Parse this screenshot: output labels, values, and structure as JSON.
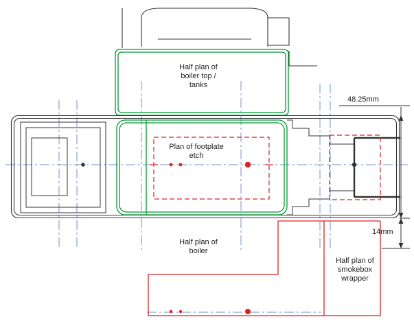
{
  "drawing": {
    "labels": {
      "boiler_top_tanks": [
        "Half plan of",
        "boiler top /",
        "tanks"
      ],
      "footplate_etch": [
        "Plan of footplate",
        "etch"
      ],
      "boiler_half": [
        "Half plan of",
        "boiler"
      ],
      "smokebox_wrapper": [
        "Half plan of",
        "smokebox",
        "wrapper"
      ]
    },
    "dimensions": {
      "footplate_width": "48.25mm",
      "boiler_offset": "14mm"
    },
    "colors": {
      "etch_outline_green": "#009933",
      "overlay_red": "#dd2222",
      "centerline_blue": "#7090c8",
      "drawing_black": "#333333"
    }
  }
}
